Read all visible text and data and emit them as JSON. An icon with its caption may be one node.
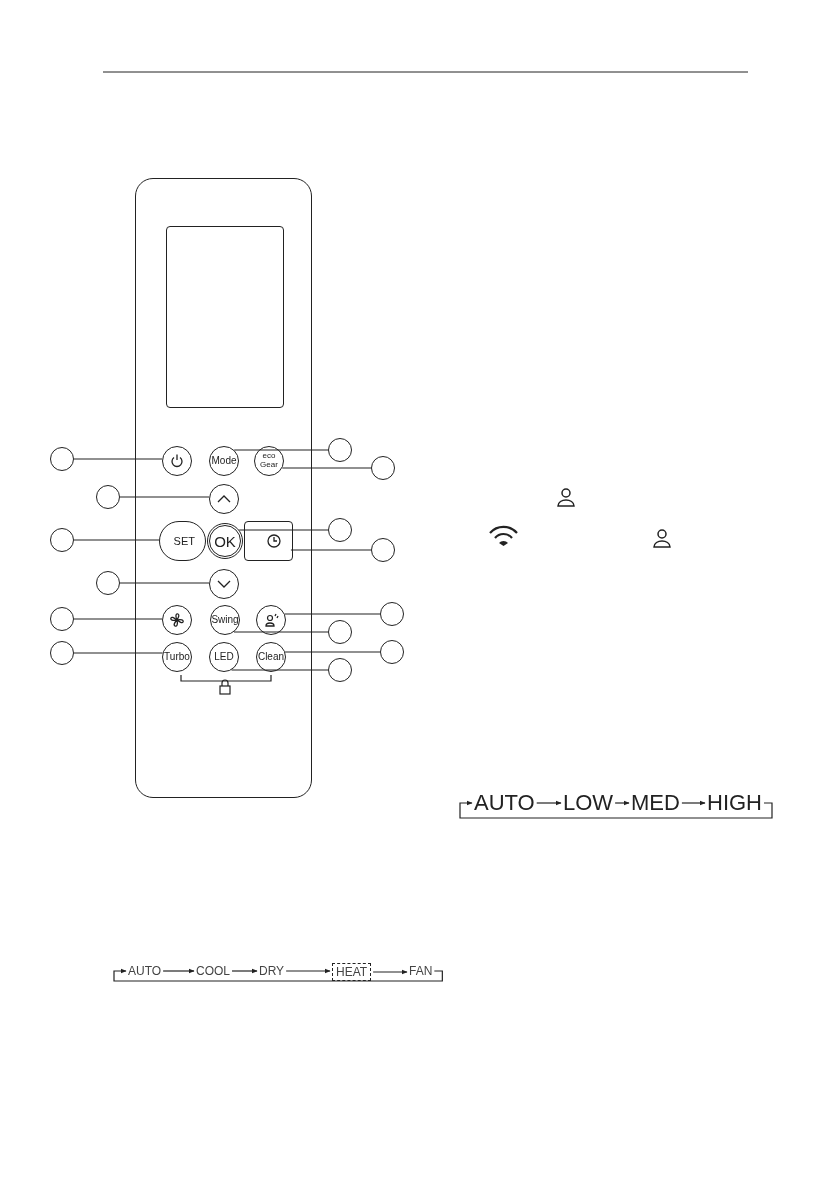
{
  "diagram": {
    "nodes": [
      {
        "text": [],
        "shape": "box"
      },
      {
        "text": [],
        "shape": "box",
        "in": 0
      },
      {
        "text": [],
        "shape": "circle",
        "in": 0
      },
      {
        "text": [
          "Mode"
        ],
        "in": 0
      },
      {
        "text": [
          "eco Gear"
        ],
        "in": 0
      },
      {
        "text": [],
        "shape": "circle",
        "in": 0
      },
      {
        "text": [
          "SET"
        ],
        "in": 0
      },
      {
        "text": [
          "OK"
        ],
        "in": 0
      },
      {
        "text": [],
        "shape": "box",
        "in": 0
      },
      {
        "text": [],
        "shape": "circle",
        "in": 0
      },
      {
        "text": [],
        "shape": "circle",
        "in": 0
      },
      {
        "text": [
          "Swing"
        ],
        "in": 0
      },
      {
        "text": [],
        "shape": "circle",
        "in": 0
      },
      {
        "text": [
          "Turbo"
        ],
        "in": 0
      },
      {
        "text": [
          "LED"
        ],
        "in": 0
      },
      {
        "text": [
          "Clean"
        ],
        "in": 0
      },
      {
        "text": [],
        "shape": "circle"
      },
      {
        "text": [],
        "shape": "circle"
      },
      {
        "text": [],
        "shape": "circle"
      },
      {
        "text": [],
        "shape": "circle"
      },
      {
        "text": [],
        "shape": "circle"
      },
      {
        "text": [],
        "shape": "circle"
      },
      {
        "text": [],
        "shape": "circle"
      },
      {
        "text": [],
        "shape": "circle"
      },
      {
        "text": [],
        "shape": "circle"
      },
      {
        "text": [],
        "shape": "circle"
      },
      {
        "text": [],
        "shape": "circle"
      },
      {
        "text": [],
        "shape": "circle"
      },
      {
        "text": [],
        "shape": "circle"
      },
      {
        "text": [],
        "shape": "circle"
      },
      {
        "text": [
          "AUTO"
        ]
      },
      {
        "text": [
          "LOW"
        ]
      },
      {
        "text": [
          "MED"
        ]
      },
      {
        "text": [
          "HIGH"
        ]
      },
      {
        "text": [
          "AUTO"
        ]
      },
      {
        "text": [
          "COOL"
        ]
      },
      {
        "text": [
          "DRY"
        ]
      },
      {
        "text": [
          "HEAT"
        ]
      },
      {
        "text": [
          "FAN"
        ]
      }
    ],
    "edges": [
      {
        "from": 16,
        "to": 2,
        "arrow": "none"
      },
      {
        "from": 17,
        "to": 3,
        "arrow": "none"
      },
      {
        "from": 18,
        "to": 4,
        "arrow": "none"
      },
      {
        "from": 19,
        "to": 5,
        "arrow": "none"
      },
      {
        "from": 20,
        "to": 6,
        "arrow": "none"
      },
      {
        "from": 21,
        "to": 7,
        "arrow": "none"
      },
      {
        "from": 22,
        "to": 8,
        "arrow": "none"
      },
      {
        "from": 23,
        "to": 9,
        "arrow": "none"
      },
      {
        "from": 24,
        "to": 10,
        "arrow": "none"
      },
      {
        "from": 25,
        "to": 12,
        "arrow": "none"
      },
      {
        "from": 26,
        "to": 11,
        "arrow": "none"
      },
      {
        "from": 27,
        "to": 13,
        "arrow": "none"
      },
      {
        "from": 28,
        "to": 15,
        "arrow": "none"
      },
      {
        "from": 29,
        "to": 14,
        "arrow": "none"
      },
      {
        "from": 30,
        "to": 31,
        "arrow": "to"
      },
      {
        "from": 31,
        "to": 32,
        "arrow": "to"
      },
      {
        "from": 32,
        "to": 33,
        "arrow": "to"
      },
      {
        "from": 33,
        "to": 30,
        "arrow": "to"
      },
      {
        "from": 34,
        "to": 35,
        "arrow": "to"
      },
      {
        "from": 35,
        "to": 36,
        "arrow": "to"
      },
      {
        "from": 36,
        "to": 37,
        "arrow": "to"
      },
      {
        "from": 37,
        "to": 38,
        "arrow": "to"
      },
      {
        "from": 38,
        "to": 34,
        "arrow": "to"
      }
    ]
  }
}
